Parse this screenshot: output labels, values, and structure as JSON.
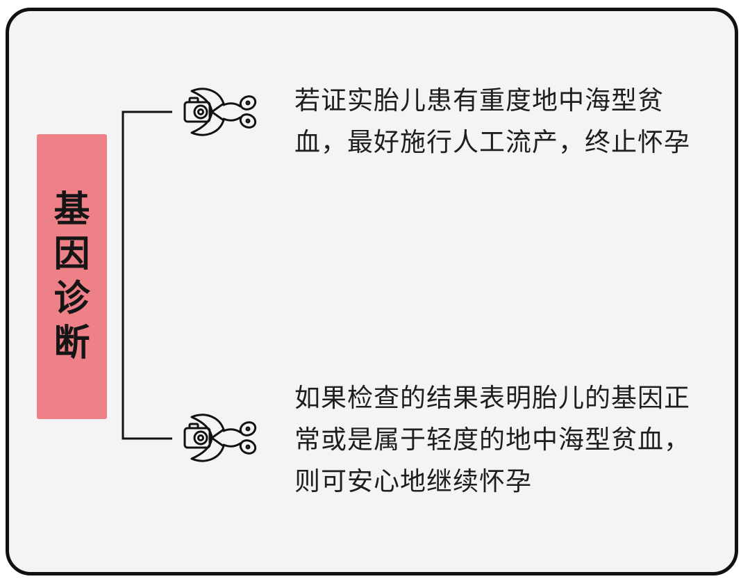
{
  "root": {
    "label": "基因诊断"
  },
  "branches": [
    {
      "icon": "scissors-camera-icon",
      "text": "若证实胎儿患有重度地中海型贫血，最好施行人工流产，终止怀孕"
    },
    {
      "icon": "scissors-camera-icon",
      "text": "如果检查的结果表明胎儿的基因正常或是属于轻度的地中海型贫血，则可安心地继续怀孕"
    }
  ],
  "colors": {
    "label_bg": "#ee8187",
    "panel_bg": "#f4f4f4",
    "border": "#111111"
  }
}
